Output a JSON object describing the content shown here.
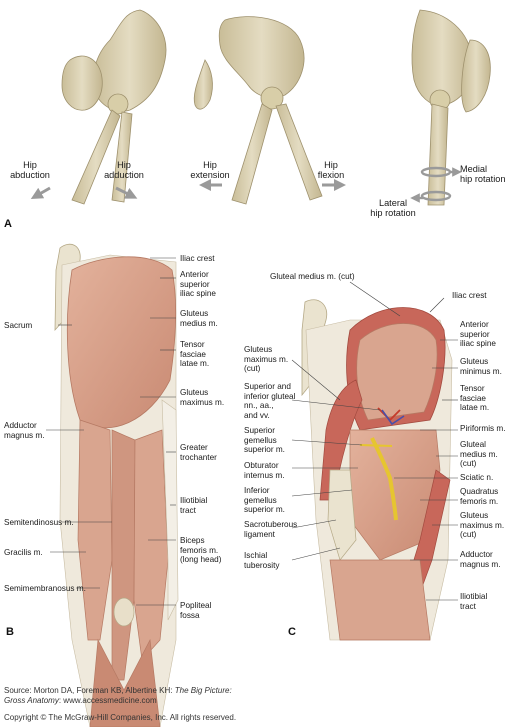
{
  "panel_a": {
    "letter": "A",
    "hip_abduction": "Hip\nabduction",
    "hip_adduction": "Hip\nadduction",
    "hip_extension": "Hip\nextension",
    "hip_flexion": "Hip\nflexion",
    "medial_hip_rotation": "Medial\nhip rotation",
    "lateral_hip_rotation": "Lateral\nhip rotation"
  },
  "panel_b": {
    "letter": "B",
    "left_labels": [
      "Sacrum",
      "Adductor\nmagnus m.",
      "Semitendinosus m.",
      "Gracilis m.",
      "Semimembranosus m."
    ],
    "right_labels": [
      "Iliac crest",
      "Anterior\nsuperior\niliac spine",
      "Gluteus\nmedius m.",
      "Tensor\nfasciae\nlatae m.",
      "Gluteus\nmaximus m.",
      "Greater\ntrochanter",
      "Iliotibial\ntract",
      "Biceps\nfemoris m.\n(long head)",
      "Popliteal\nfossa"
    ]
  },
  "panel_c": {
    "letter": "C",
    "top_label": "Gluteal medius m. (cut)",
    "left_labels": [
      "Gluteus\nmaximus m.\n(cut)",
      "Superior and\ninferior gluteal\nnn., aa.,\nand vv.",
      "Superior\ngemellus\nsuperior m.",
      "Obturator\ninternus m.",
      "Inferior\ngemellus\nsuperior m.",
      "Sacrotuberous\nligament",
      "Ischial\ntuberosity"
    ],
    "right_labels": [
      "Iliac crest",
      "Anterior\nsuperior\niliac spine",
      "Gluteus\nminimus m.",
      "Tensor\nfasciae\nlatae m.",
      "Piriformis m.",
      "Gluteal\nmedius m.\n(cut)",
      "Sciatic n.",
      "Quadratus\nfemoris m.",
      "Gluteus\nmaximus m.\n(cut)",
      "Adductor\nmagnus m.",
      "Iliotibial\ntract"
    ]
  },
  "source": {
    "line1": "Source: Morton DA, Foreman KB, Albertine KH: ",
    "line1_italic": "The Big Picture:",
    "line2_italic": "Gross Anatomy",
    "line2": ": www.accessmedicine.com",
    "line3": "Copyright © The McGraw-Hill Companies, Inc. All rights reserved."
  },
  "colors": {
    "bone": "#ddd3b4",
    "bone_shadow": "#b7a983",
    "muscle": "#d9a58f",
    "muscle_dark": "#bf7d68",
    "muscle_cut": "#c8675a",
    "tendon": "#eeebe2",
    "arrow": "#9a9a9a",
    "nerve": "#e6c530",
    "vessel_red": "#c53b2b",
    "vessel_blue": "#4a4fa8"
  }
}
